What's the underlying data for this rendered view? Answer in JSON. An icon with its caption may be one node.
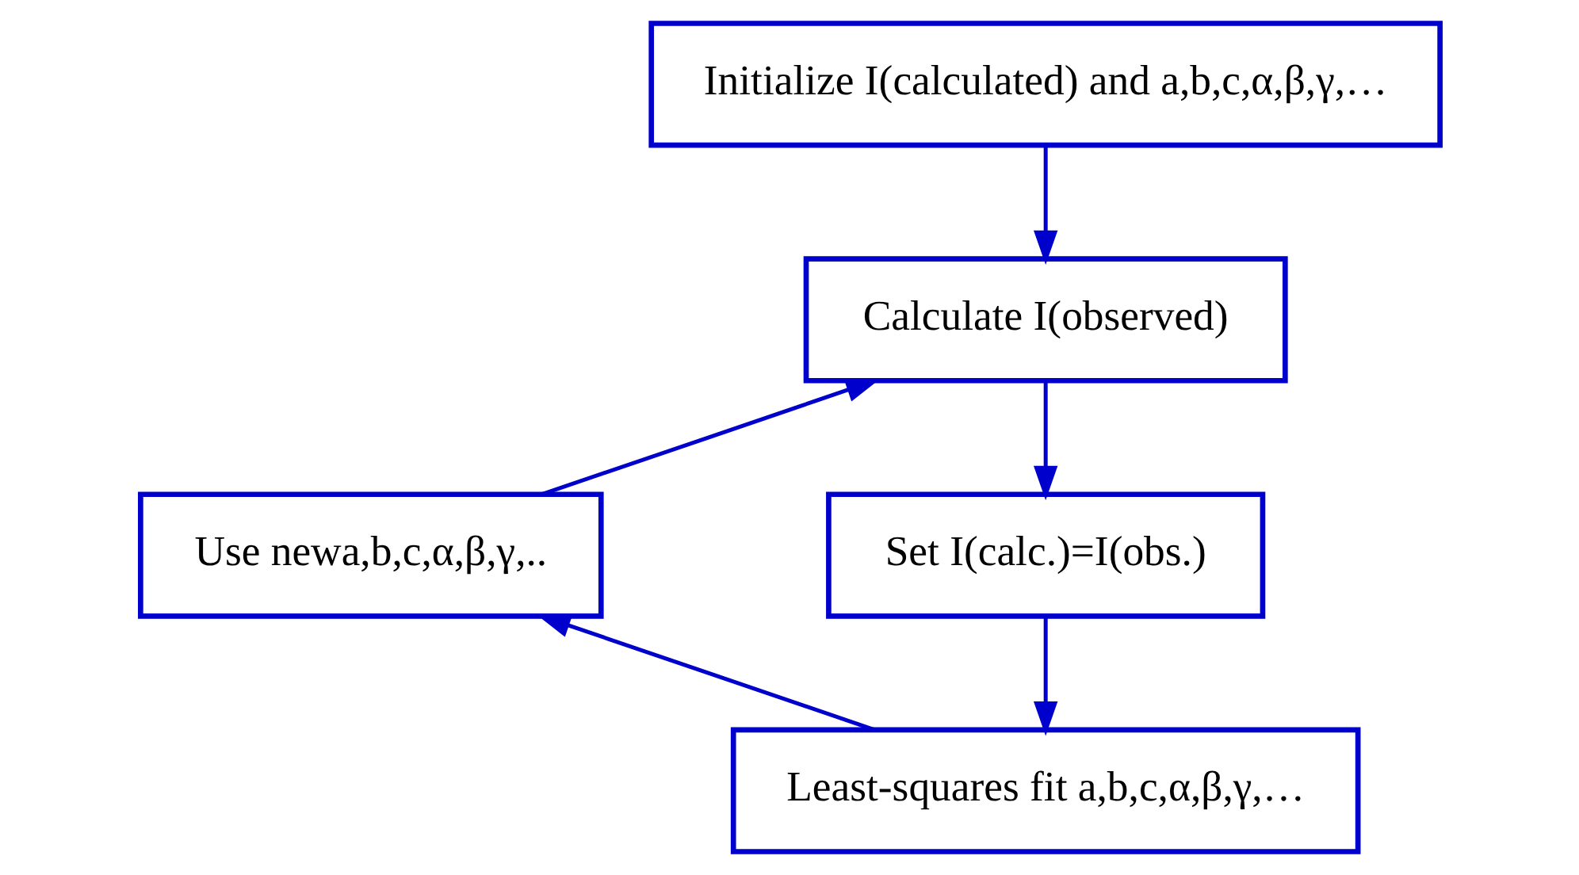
{
  "diagram": {
    "nodes": [
      {
        "text": [
          "Initialize I(calculated) and a,b,c,α,β,γ,…"
        ]
      },
      {
        "text": [
          "Calculate I(observed)"
        ]
      },
      {
        "text": [
          "Set I(calc.)=I(obs.)"
        ]
      },
      {
        "text": [
          "Least-squares fit a,b,c,α,β,γ,…"
        ]
      },
      {
        "text": [
          "Use newa,b,c,α,β,γ,.."
        ]
      }
    ],
    "edges": [
      {
        "from": 0,
        "to": 1,
        "arrow": "to"
      },
      {
        "from": 1,
        "to": 2,
        "arrow": "to"
      },
      {
        "from": 2,
        "to": 3,
        "arrow": "to"
      },
      {
        "from": 3,
        "to": 4,
        "arrow": "to"
      },
      {
        "from": 4,
        "to": 1,
        "arrow": "to"
      }
    ]
  }
}
